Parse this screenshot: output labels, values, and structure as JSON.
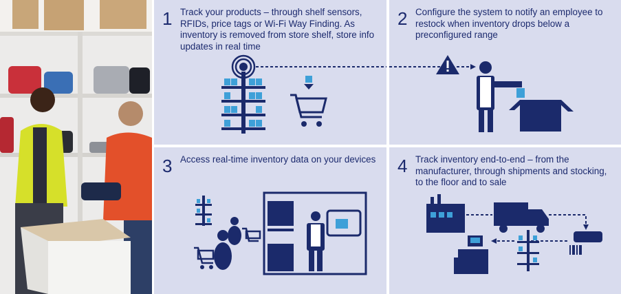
{
  "steps": [
    {
      "number": "1",
      "text": "Track your products – through shelf sensors, RFIDs,  price tags or Wi-Fi Way Finding. As inventory is removed from store shelf, store info updates in real time"
    },
    {
      "number": "2",
      "text": "Configure the system to notify an employee to restock when inventory drops below a preconfigured range"
    },
    {
      "number": "3",
      "text": "Access real-time inventory data on your devices"
    },
    {
      "number": "4",
      "text": "Track inventory end-to-end – from the manufacturer, through shipments and stocking, to the floor and to sale"
    }
  ],
  "icons": {
    "step1": [
      "rfid-shelf-icon",
      "shopping-cart-icon"
    ],
    "step2": [
      "warning-icon",
      "employee-icon",
      "box-icon"
    ],
    "step3": [
      "shelf-icon",
      "shoppers-icon",
      "stockroom-icon",
      "tablet-icon"
    ],
    "step4": [
      "factory-icon",
      "truck-icon",
      "barcode-scanner-icon",
      "shelf-icon",
      "checkout-register-icon"
    ]
  },
  "colors": {
    "panel": "#d9dcee",
    "text": "#1c2a6e",
    "icon_dark": "#1b2a6b",
    "icon_light": "#3ea0d8"
  }
}
